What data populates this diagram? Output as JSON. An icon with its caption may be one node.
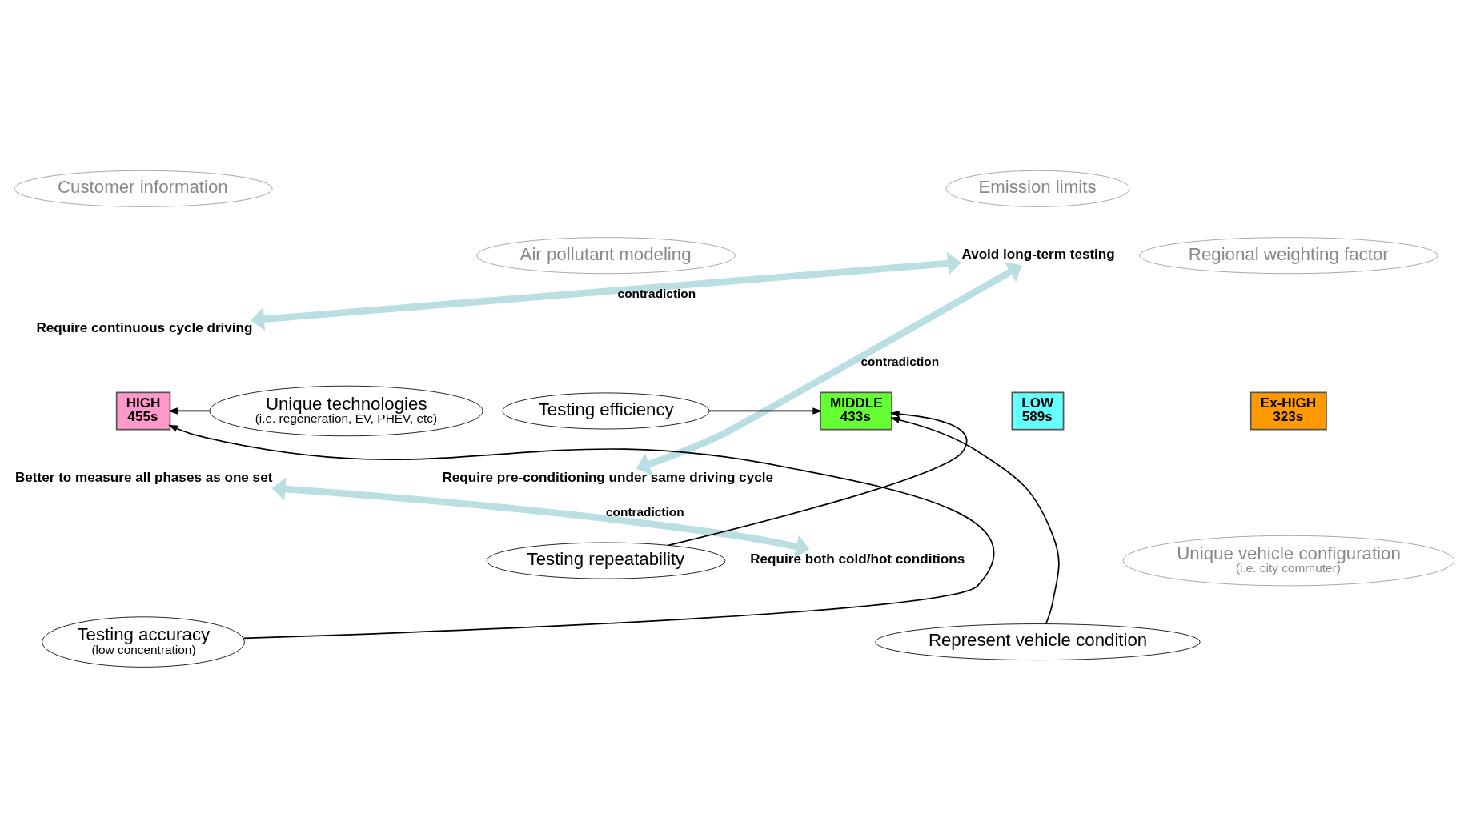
{
  "diagram": {
    "nodes": [
      {
        "text": [
          "Emission limits"
        ]
      },
      {
        "text": [
          "Customer information"
        ]
      },
      {
        "text": [
          "Air pollutant modeling"
        ]
      },
      {
        "text": [
          "Regional weighting factor"
        ]
      },
      {
        "text": [
          "Avoid long-term testing"
        ]
      },
      {
        "text": [
          "Require continuous cycle driving"
        ]
      },
      {
        "text": [
          "Testing efficiency"
        ]
      },
      {
        "text": [
          "LOW",
          "589s"
        ]
      },
      {
        "text": [
          "MIDDLE",
          "433s"
        ]
      },
      {
        "text": [
          "HIGH",
          "455s"
        ]
      },
      {
        "text": [
          "Ex-HIGH",
          "323s"
        ]
      },
      {
        "text": [
          "Unique technologies",
          "(i.e. regeneration, EV, PHEV, etc)"
        ]
      },
      {
        "text": [
          "Require pre-conditioning under same driving cycle"
        ]
      },
      {
        "text": [
          "Better to measure all phases as one set"
        ]
      },
      {
        "text": [
          "Testing repeatability"
        ]
      },
      {
        "text": [
          "Unique vehicle configuration",
          "(i.e. city commuter)"
        ]
      },
      {
        "text": [
          "Require both cold/hot conditions"
        ]
      },
      {
        "text": [
          "Represent vehicle condition"
        ]
      },
      {
        "text": [
          "Testing accuracy",
          "(low concentration)"
        ]
      }
    ],
    "edges": [
      {
        "from": 6,
        "to": 8,
        "arrow": "to"
      },
      {
        "from": 11,
        "to": 9,
        "arrow": "to"
      },
      {
        "from": 14,
        "to": 8,
        "arrow": "to"
      },
      {
        "from": 17,
        "to": 8,
        "arrow": "to"
      },
      {
        "from": 18,
        "to": 9,
        "arrow": "to"
      },
      {
        "from": 4,
        "to": 12,
        "arrow": "both",
        "label": "contradiction",
        "style": "thick",
        "color": "#b9dfe2"
      },
      {
        "from": 4,
        "to": 5,
        "arrow": "both",
        "label": "contradiction",
        "style": "thick",
        "color": "#b9dfe2"
      },
      {
        "from": 13,
        "to": 16,
        "arrow": "both",
        "label": "contradiction",
        "style": "thick",
        "color": "#b9dfe2"
      }
    ]
  }
}
